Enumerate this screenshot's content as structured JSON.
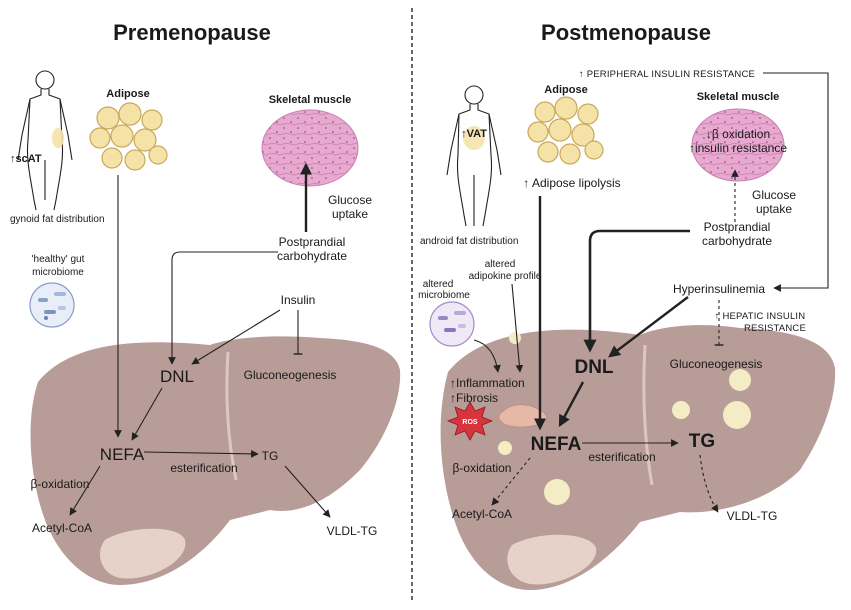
{
  "left": {
    "title": "Premenopause",
    "body_label": "↑scAT",
    "fat_distribution": "gynoid fat distribution",
    "adipose": "Adipose",
    "skeletal_muscle": "Skeletal muscle",
    "glucose_uptake_1": "Glucose",
    "glucose_uptake_2": "uptake",
    "postprandial_1": "Postprandial",
    "postprandial_2": "carbohydrate",
    "gut_1": "'healthy' gut",
    "gut_2": "microbiome",
    "insulin": "Insulin",
    "dnl": "DNL",
    "gluconeogenesis": "Gluconeogenesis",
    "nefa": "NEFA",
    "tg": "TG",
    "esterification": "esterification",
    "beta_oxidation": "β-oxidation",
    "acetyl_coa": "Acetyl-CoA",
    "vldl_tg": "VLDL-TG"
  },
  "right": {
    "title": "Postmenopause",
    "peripheral_ir": "↑ PERIPHERAL INSULIN RESISTANCE",
    "body_label": "↑VAT",
    "fat_distribution": "android fat distribution",
    "adipose": "Adipose",
    "lipolysis": "↑ Adipose lipolysis",
    "skeletal_muscle": "Skeletal muscle",
    "beta_ox_down": "↓β oxidation",
    "ir_up": "↑insulin resistance",
    "glucose_uptake_1": "Glucose",
    "glucose_uptake_2": "uptake",
    "postprandial_1": "Postprandial",
    "postprandial_2": "carbohydrate",
    "altered_adipokine_1": "altered",
    "altered_adipokine_2": "adipokine profile",
    "altered_microbiome_1": "altered",
    "altered_microbiome_2": "microbiome",
    "hyperinsulinemia": "Hyperinsulinemia",
    "hepatic_ir_1": "↑ HEPATIC  INSULIN",
    "hepatic_ir_2": "RESISTANCE",
    "dnl": "DNL",
    "gluconeogenesis": "Gluconeogenesis",
    "inflammation": "↑Inflammation",
    "fibrosis": "↑Fibrosis",
    "ros": "ROS",
    "nefa": "NEFA",
    "tg": "TG",
    "esterification": "esterification",
    "beta_oxidation": "β-oxidation",
    "acetyl_coa": "Acetyl-CoA",
    "vldl_tg": "VLDL-TG"
  },
  "colors": {
    "liver": "#b89c97",
    "liver_light": "#e6d2c8",
    "adipocyte": "#f5e2a6",
    "muscle": "#e7a9cf",
    "divider": "#333333"
  }
}
